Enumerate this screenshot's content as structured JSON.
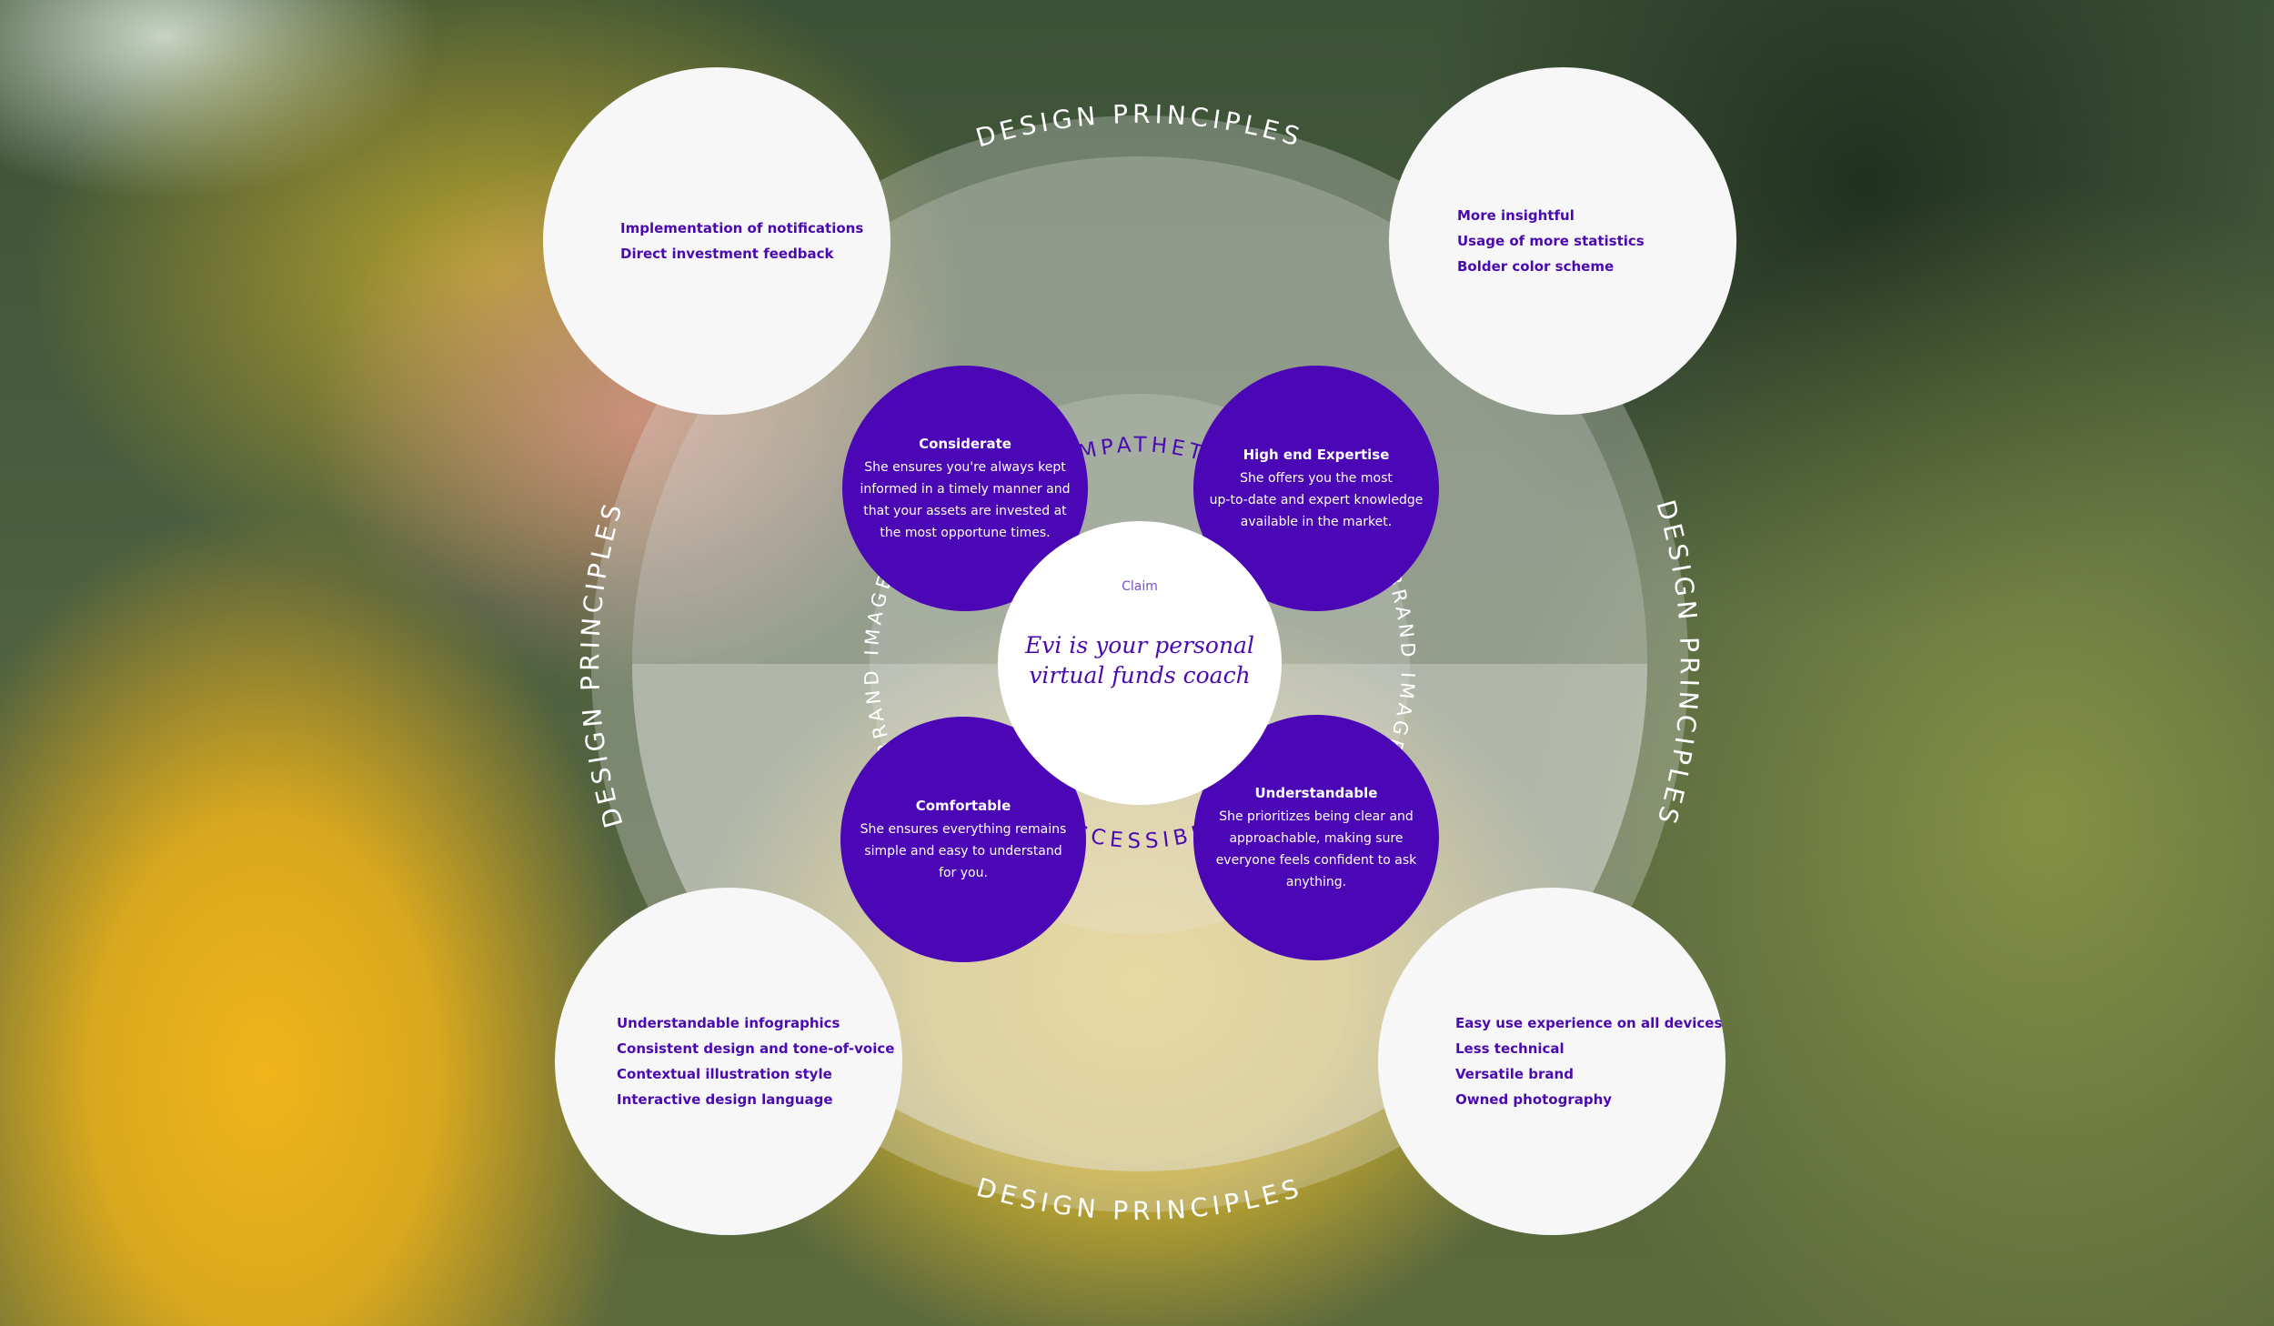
{
  "design_principles_label": "DESIGN PRINCIPLES",
  "ring_labels": {
    "top": "SYMPATHETIC",
    "bottom": "ACCESSIBLE",
    "left": "BRAND IMAGE",
    "right": "BRAND IMAGE"
  },
  "center": {
    "label": "Claim",
    "claim_line1": "Evi is your personal",
    "claim_line2": "virtual funds coach"
  },
  "traits": [
    {
      "title": "Considerate",
      "lines": [
        "She ensures you're always kept",
        "informed in a timely manner and",
        "that your assets are invested at",
        "the most opportune times."
      ]
    },
    {
      "title": "High end Expertise",
      "lines": [
        "She offers you the most",
        "up-to-date and expert knowledge",
        "available in the market."
      ]
    },
    {
      "title": "Comfortable",
      "lines": [
        "She ensures everything remains",
        "simple and easy to understand",
        "for you."
      ]
    },
    {
      "title": "Understandable",
      "lines": [
        "She prioritizes being clear and",
        "approachable, making sure",
        "everyone feels confident to ask",
        "anything."
      ]
    }
  ],
  "bubbles": {
    "top_left": [
      "Implementation of notifications",
      "Direct investment feedback"
    ],
    "top_right": [
      "More insightful",
      "Usage of more statistics",
      "Bolder color scheme"
    ],
    "bottom_left": [
      "Understandable infographics",
      "Consistent design and tone-of-voice",
      "Contextual illustration style",
      "Interactive design language"
    ],
    "bottom_right": [
      "Easy use experience on all devices",
      "Less technical",
      "Versatile brand",
      "Owned photography"
    ]
  },
  "colors": {
    "purple": "#4b06b5",
    "text_purple": "#4a0ab0",
    "bubble": "#f7f7f7"
  }
}
